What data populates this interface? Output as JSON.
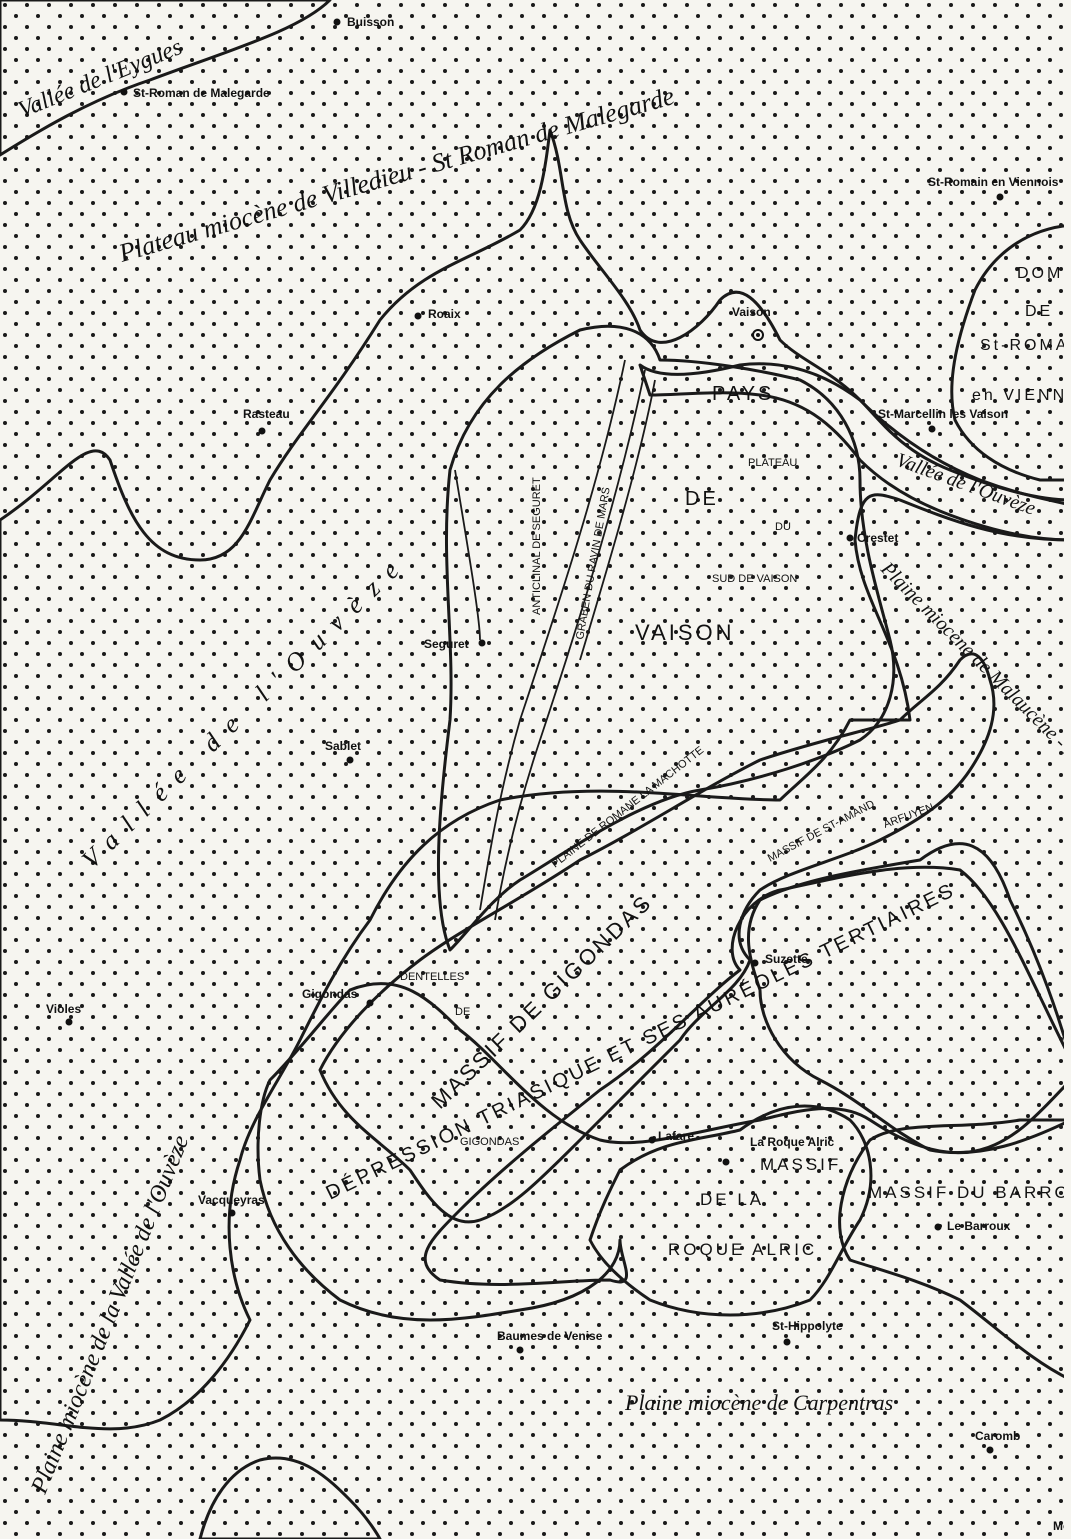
{
  "regions": {
    "vallee_eygues": "Vallée de l'Eygues",
    "plateau_villedieu": "Plateau miocène de Villedieu - St Roman de Malegarde",
    "vallee_ouveze_west": "Vallée de l'Ouvèze",
    "vallee_ouveze_east": "Vallée de l'Ouvèze",
    "plaine_malaucene": "Plaine miocène de Malaucène - Entrech.",
    "plaine_carpentras": "Plaine miocène de Carpentras",
    "plaine_vallee_ouveze": "Plaine miocène de la Vallée de l'Ouvèze"
  },
  "features": {
    "pays": "PAYS",
    "de": "DE",
    "vaison": "VAISON",
    "plateau": "PLATEAU",
    "du": "DU",
    "sud_de_vaison": "SUD DE VAISON",
    "anticlinal": "ANTICLINAL DE SEGURET",
    "graben": "GRABEN DU RAVIN DE MARS",
    "plaine_romane": "PLAINE DE ROMANE LA MACHOTTE",
    "massif_st_amand": "MASSIF DE ST-AMAND",
    "arfuyen": "ARFUYEN",
    "massif_gigondas": "MASSIF DE GIGONDAS",
    "dentelles": "DENTELLES",
    "dentelles_de": "DE",
    "dentelles_gigondas": "GIGONDAS",
    "depression": "DÉPRESSION TRIASIQUE ET SES AURÉOLES TERTIAIRES",
    "massif_roque": "MASSIF",
    "massif_roque_de": "DE LA",
    "massif_roque_name": "ROQUE ALRIC",
    "massif_barroux": "MASSIF DU BARROUX",
    "dome": "DOME",
    "dome_de": "DE",
    "dome_st_romain": "St-ROMAIN",
    "dome_en_viennois": "en VIENNOIS"
  },
  "towns": [
    {
      "name": "Buisson"
    },
    {
      "name": "St-Roman de Malegarde"
    },
    {
      "name": "St-Romain en Viennois"
    },
    {
      "name": "Roaix"
    },
    {
      "name": "Vaison"
    },
    {
      "name": "Rasteau"
    },
    {
      "name": "St-Marcellin les Vaison"
    },
    {
      "name": "Crestet"
    },
    {
      "name": "Seguret"
    },
    {
      "name": "Sablet"
    },
    {
      "name": "Suzette"
    },
    {
      "name": "Gigondas"
    },
    {
      "name": "Violes"
    },
    {
      "name": "Lafare"
    },
    {
      "name": "La Roque Alric"
    },
    {
      "name": "Vacqueyras"
    },
    {
      "name": "Le Barroux"
    },
    {
      "name": "St-Hippolyte"
    },
    {
      "name": "Baumes de Venise"
    },
    {
      "name": "Caromb"
    },
    {
      "name": "Mo"
    }
  ],
  "colors": {
    "paper": "#f6f5f0",
    "ink": "#1a1a1a",
    "massif_fill": "#5a5a5a"
  }
}
